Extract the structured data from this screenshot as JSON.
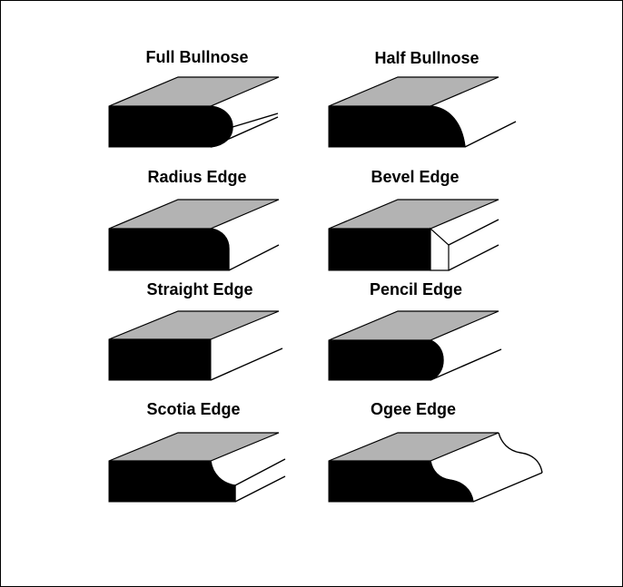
{
  "profiles": [
    {
      "label": "Full Bullnose"
    },
    {
      "label": "Half Bullnose"
    },
    {
      "label": "Radius Edge"
    },
    {
      "label": "Bevel Edge"
    },
    {
      "label": "Straight Edge"
    },
    {
      "label": "Pencil Edge"
    },
    {
      "label": "Scotia Edge"
    },
    {
      "label": "Ogee Edge"
    }
  ],
  "colors": {
    "top_face": "#b3b3b3",
    "front_face": "#000000",
    "background": "#ffffff"
  }
}
